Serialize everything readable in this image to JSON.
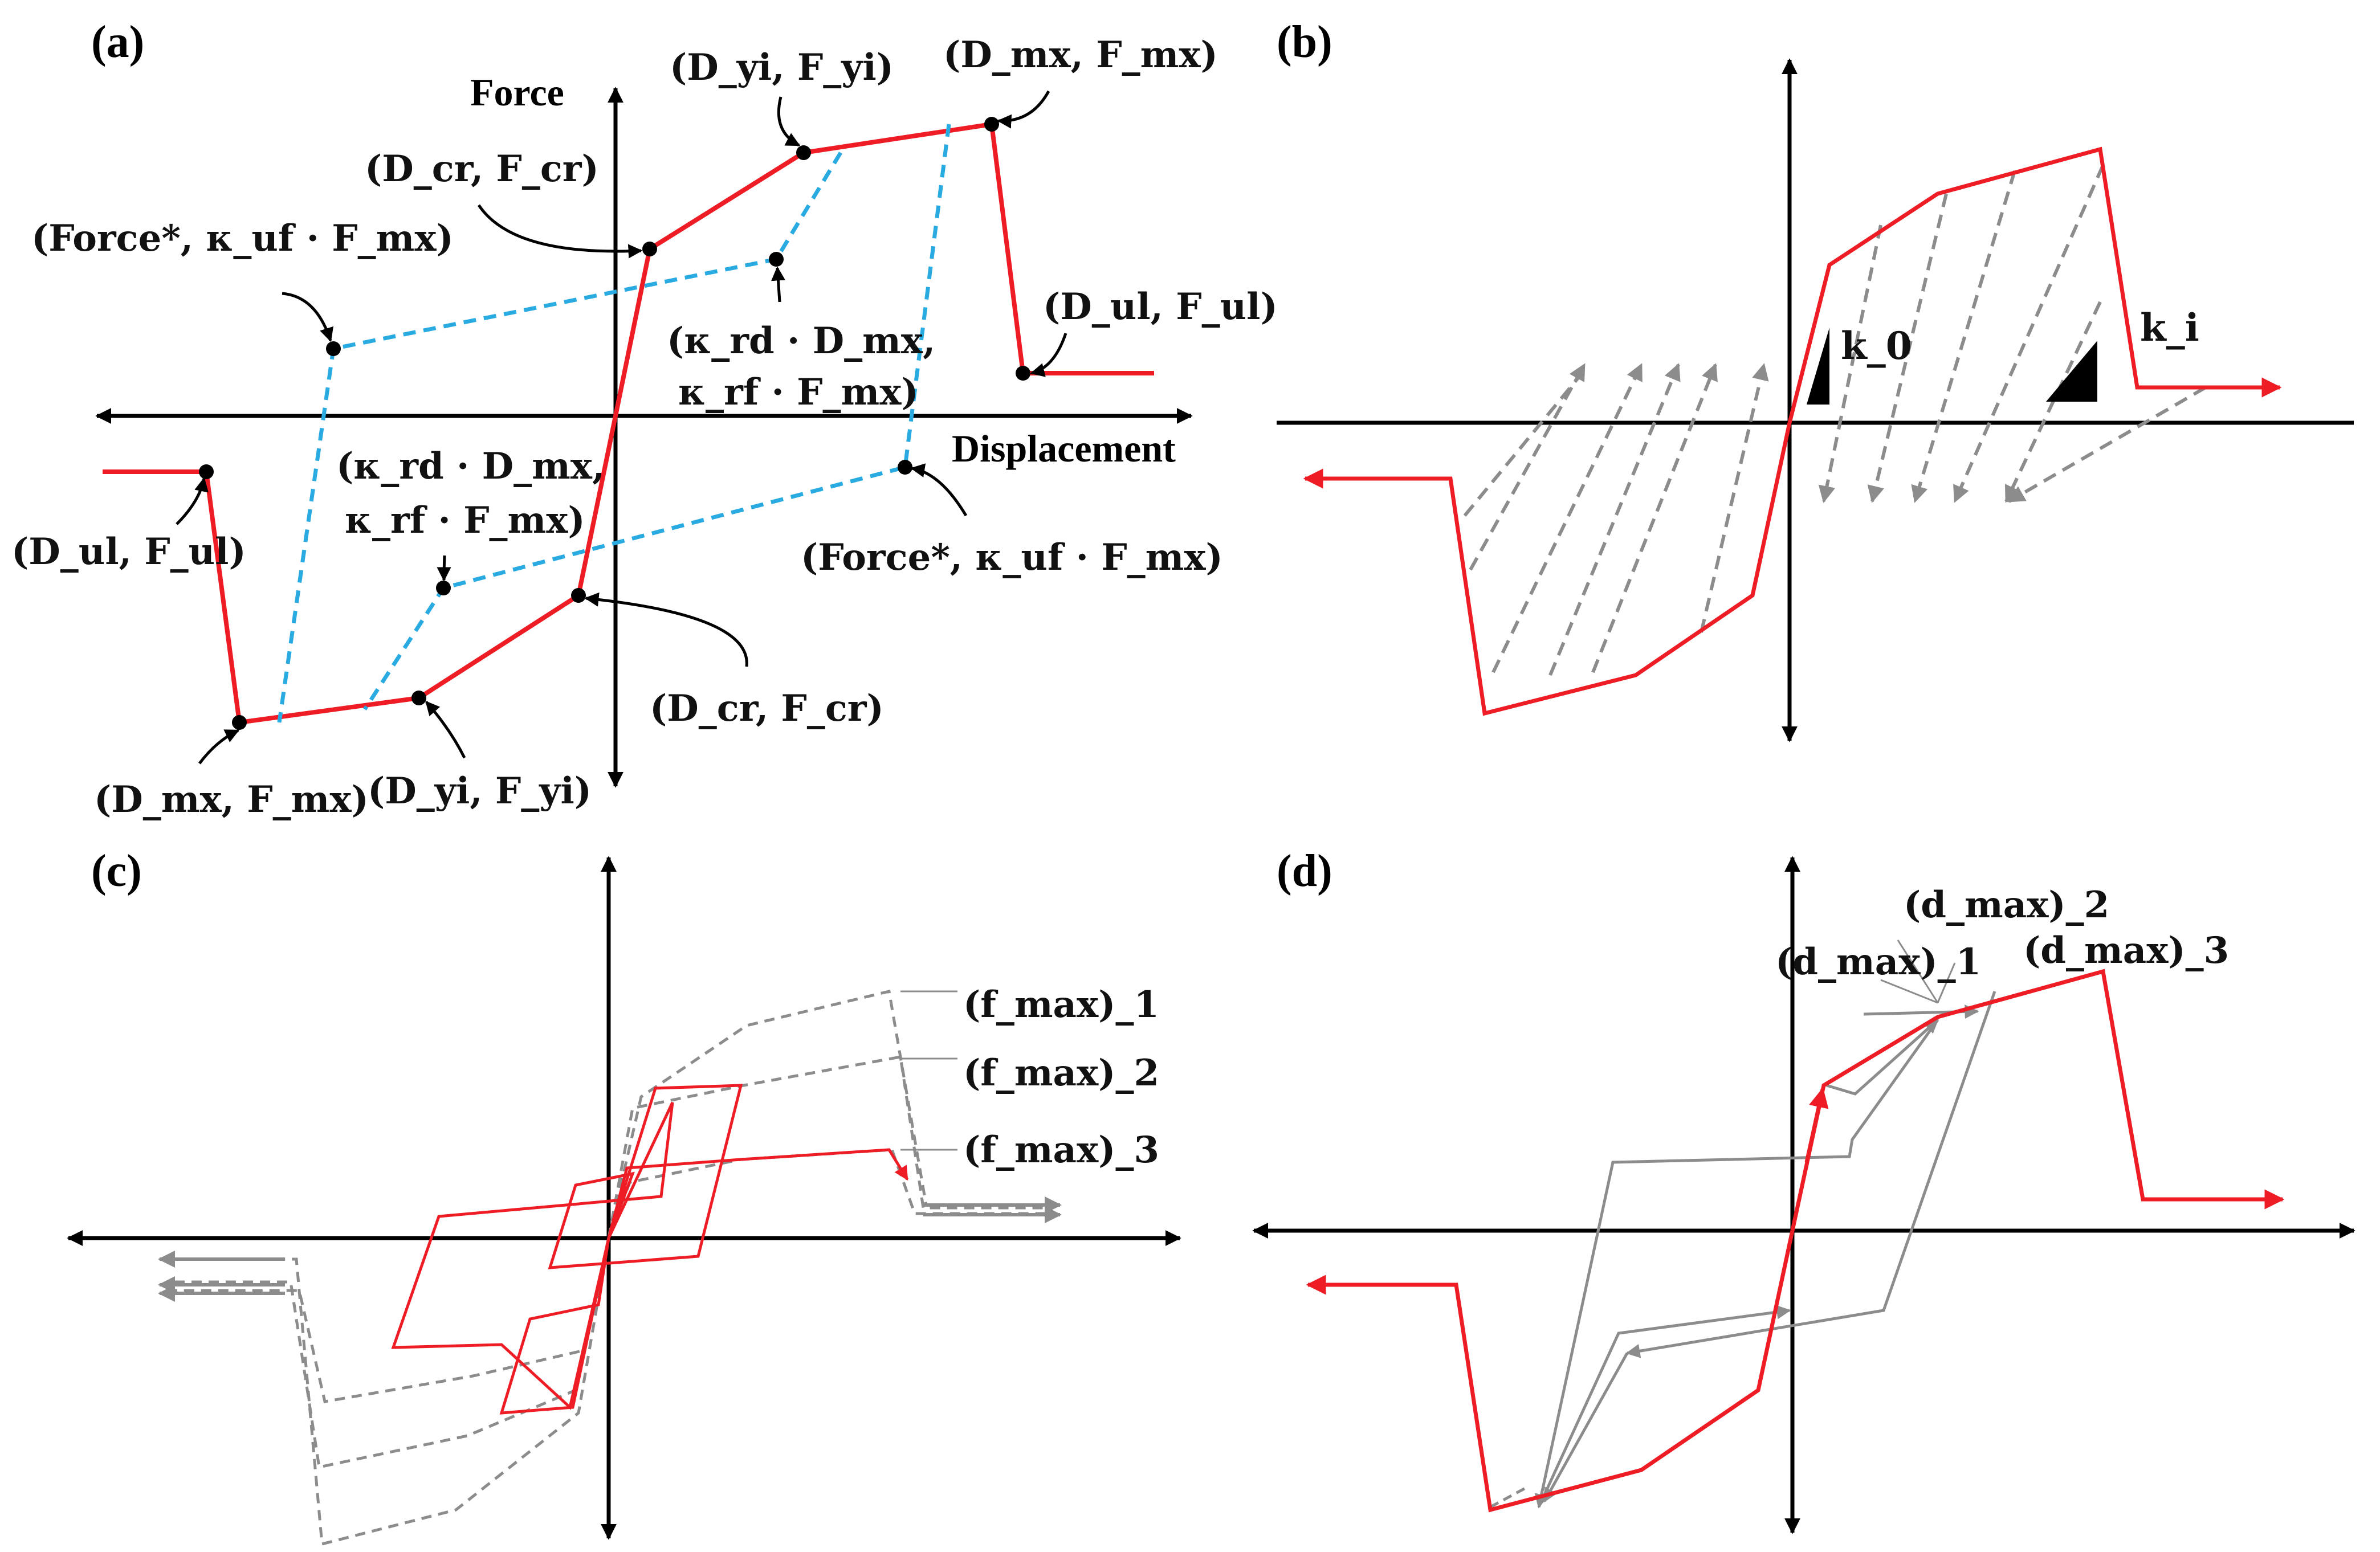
{
  "panels": {
    "a": {
      "label": "(a)",
      "y_axis": "Force",
      "x_axis": "Displacement",
      "annotations": {
        "yi_pos": "(D_yi, F_yi)",
        "mx_pos": "(D_mx, F_mx)",
        "cr_pos": "(D_cr, F_cr)",
        "force_star_pos": "(Force*, κ_uf · F_mx)",
        "reload_pos_line1": "(κ_rd · D_mx,",
        "reload_pos_line2": "κ_rf · F_mx)",
        "ul_pos": "(D_ul, F_ul)",
        "ul_neg": "(D_ul, F_ul)",
        "reload_neg_line1": "(κ_rd · D_mx,",
        "reload_neg_line2": "κ_rf · F_mx)",
        "force_star_neg": "(Force*, κ_uf · F_mx)",
        "cr_neg": "(D_cr, F_cr)",
        "mx_neg": "(D_mx, F_mx)",
        "yi_neg": "(D_yi, F_yi)"
      }
    },
    "b": {
      "label": "(b)",
      "k0": "k_0",
      "ki": "k_i"
    },
    "c": {
      "label": "(c)",
      "fmax1": "(f_max)_1",
      "fmax2": "(f_max)_2",
      "fmax3": "(f_max)_3"
    },
    "d": {
      "label": "(d)",
      "dmax1": "(d_max)_1",
      "dmax2": "(d_max)_2",
      "dmax3": "(d_max)_3"
    }
  },
  "colors": {
    "backbone": "#ee1c24",
    "unload_reload": "#29abe2",
    "cycle_gray": "#8c8c8c",
    "axis": "#000000"
  }
}
